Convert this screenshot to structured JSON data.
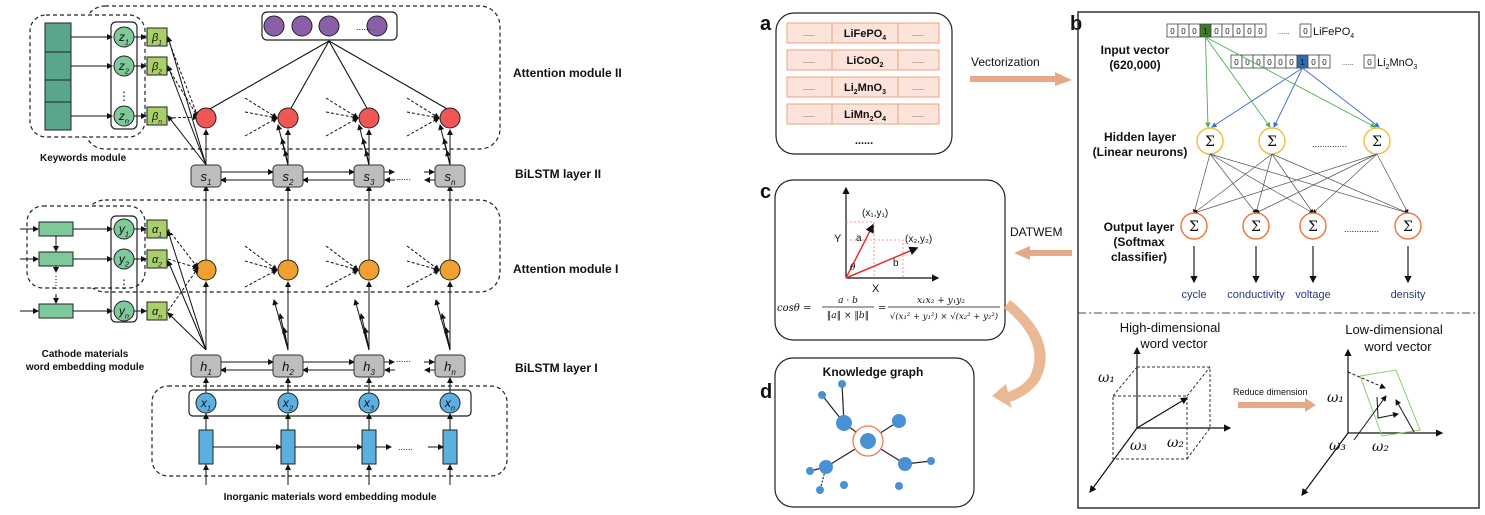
{
  "left_diagram": {
    "keywords_module": {
      "label": "Keywords module",
      "nodes": [
        {
          "sym": "z",
          "sub": "1"
        },
        {
          "sym": "z",
          "sub": "2"
        },
        {
          "sym": "z",
          "sub": "n"
        }
      ],
      "weights": [
        {
          "sym": "β",
          "sub": "1"
        },
        {
          "sym": "β",
          "sub": "2"
        },
        {
          "sym": "β",
          "sub": "n"
        }
      ],
      "ellipsis": "⋮"
    },
    "cathode_module": {
      "label_line1": "Cathode materials",
      "label_line2": "word embedding module",
      "nodes": [
        {
          "sym": "y",
          "sub": "1"
        },
        {
          "sym": "y",
          "sub": "2"
        },
        {
          "sym": "y",
          "sub": "n"
        }
      ],
      "weights": [
        {
          "sym": "α",
          "sub": "1"
        },
        {
          "sym": "α",
          "sub": "2"
        },
        {
          "sym": "α",
          "sub": "n"
        }
      ],
      "ellipsis": "⋮"
    },
    "attention_module_2": {
      "label": "Attention module II",
      "output_ellipsis": "......"
    },
    "attention_module_1": {
      "label": "Attention module I"
    },
    "bilstm_2": {
      "label": "BiLSTM layer II",
      "cells": [
        {
          "sym": "s",
          "sub": "1"
        },
        {
          "sym": "s",
          "sub": "2"
        },
        {
          "sym": "s",
          "sub": "3"
        },
        {
          "sym": "s",
          "sub": "n"
        }
      ],
      "ellipsis": "......"
    },
    "bilstm_1": {
      "label": "BiLSTM layer I",
      "cells": [
        {
          "sym": "h",
          "sub": "1"
        },
        {
          "sym": "h",
          "sub": "2"
        },
        {
          "sym": "h",
          "sub": "3"
        },
        {
          "sym": "h",
          "sub": "n"
        }
      ],
      "ellipsis": "......"
    },
    "inorganic_module": {
      "label": "Inorganic materials word embedding module",
      "nodes": [
        {
          "sym": "x",
          "sub": "1"
        },
        {
          "sym": "x",
          "sub": "2"
        },
        {
          "sym": "x",
          "sub": "3"
        },
        {
          "sym": "x",
          "sub": "n"
        }
      ],
      "ellipsis": "......"
    },
    "colors": {
      "keyword_rect": "#5aa58e",
      "green_node": "#7ec99a",
      "weight_box": "#a8cf6a",
      "red_node": "#ef5656",
      "orange_node": "#f0a030",
      "purple_node": "#8b5ea8",
      "gray_cell": "#bdbdbd",
      "blue_node": "#5bb0e0"
    }
  },
  "panel_a": {
    "letter": "a",
    "rows": [
      {
        "left": "......",
        "formula": "LiFePO",
        "sub": "4",
        "formula_tail": "",
        "right": "......"
      },
      {
        "left": "......",
        "formula": "LiCoO",
        "sub": "2",
        "formula_tail": "",
        "right": "......"
      },
      {
        "left": "......",
        "formula": "Li",
        "sub": "2",
        "formula_tail": "MnO",
        "sub2": "3",
        "right": "......"
      },
      {
        "left": "......",
        "formula": "LiMn",
        "sub": "2",
        "formula_tail": "O",
        "sub2": "4",
        "right": "......"
      }
    ],
    "more": "......",
    "arrow_label": "Vectorization",
    "row_color": "#fde4da",
    "row_border": "#f0a080"
  },
  "panel_b": {
    "letter": "b",
    "input_label_line1": "Input vector",
    "input_label_line2": "(620,000)",
    "vector1": {
      "bits": [
        "0",
        "0",
        "0",
        "1",
        "0",
        "0",
        "0",
        "0",
        "0"
      ],
      "active_index": 3,
      "last": "0",
      "name": "LiFePO",
      "sub": "4",
      "active_color": "#3f7a2a"
    },
    "vector2": {
      "bits": [
        "0",
        "0",
        "0",
        "0",
        "0",
        "0",
        "1",
        "0",
        "0"
      ],
      "active_index": 6,
      "last": "0",
      "name": "Li",
      "sub": "2",
      "name_tail": "MnO",
      "sub2": "3",
      "active_color": "#2a6bb5"
    },
    "vector_ellipsis": "......",
    "hidden_label_line1": "Hidden layer",
    "hidden_label_line2": "(Linear neurons)",
    "hidden_ellipsis": "..............",
    "output_label_line1": "Output layer",
    "output_label_line2": "(Softmax",
    "output_label_line3": "classifier)",
    "output_ellipsis": "..............",
    "sigma": "Σ",
    "outputs": [
      "cycle",
      "conductivity",
      "voltage",
      "density"
    ],
    "high_dim_line1": "High-dimensional",
    "high_dim_line2": "word vector",
    "low_dim_line1": "Low-dimensional",
    "low_dim_line2": "word vector",
    "reduce_label": "Reduce dimension",
    "omega1": "ω₁",
    "omega2": "ω₂",
    "omega3": "ω₃",
    "output_text_color": "#2a3a7a"
  },
  "panel_c": {
    "letter": "c",
    "y_axis": "Y",
    "x_axis": "X",
    "point1": "(x₁,y₁)",
    "point2": "(x₂,y₂)",
    "vec_a": "a",
    "vec_b": "b",
    "theta": "θ",
    "formula_lhs": "cosθ =",
    "frac1_num": "a · b",
    "frac1_den": "‖a‖ × ‖b‖",
    "eq": "=",
    "frac2_num": "x₁x₂ + y₁y₂",
    "frac2_den": "√(x₁² + y₁²) × √(x₂² + y₂²)",
    "arrow_label": "DATWEM"
  },
  "panel_d": {
    "letter": "d",
    "title": "Knowledge graph",
    "node_color": "#4a90d4",
    "center_ring": "#ee7755"
  }
}
